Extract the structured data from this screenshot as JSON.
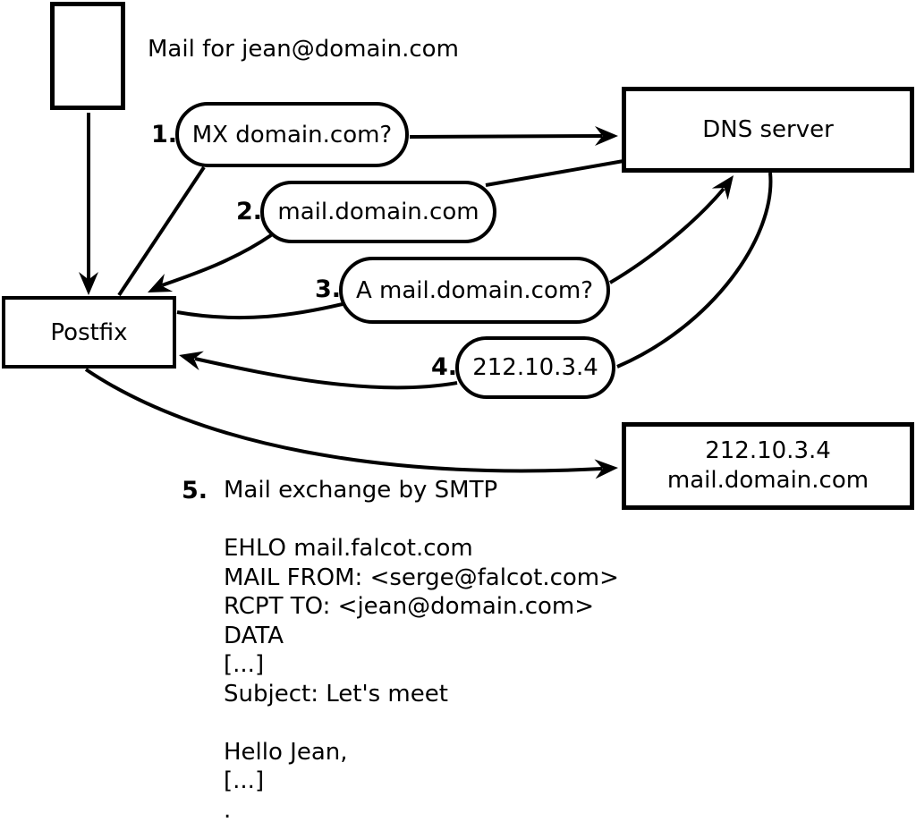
{
  "colors": {
    "ink": "#000000",
    "background": "#ffffff"
  },
  "diagram": {
    "mail_label": "Mail for jean@domain.com",
    "nodes": {
      "postfix": "Postfix",
      "dns_server": "DNS server",
      "mail_server_ip": "212.10.3.4",
      "mail_server_host": "mail.domain.com"
    },
    "steps": [
      {
        "num": "1.",
        "label": "MX domain.com?"
      },
      {
        "num": "2.",
        "label": "mail.domain.com"
      },
      {
        "num": "3.",
        "label": "A mail.domain.com?"
      },
      {
        "num": "4.",
        "label": "212.10.3.4"
      },
      {
        "num": "5.",
        "label": "Mail exchange by SMTP"
      }
    ],
    "smtp_session": [
      "EHLO mail.falcot.com",
      "MAIL FROM: <serge@falcot.com>",
      "RCPT TO: <jean@domain.com>",
      "DATA",
      "[...]",
      "Subject: Let's meet",
      "",
      "Hello Jean,",
      "[...]",
      "."
    ]
  }
}
